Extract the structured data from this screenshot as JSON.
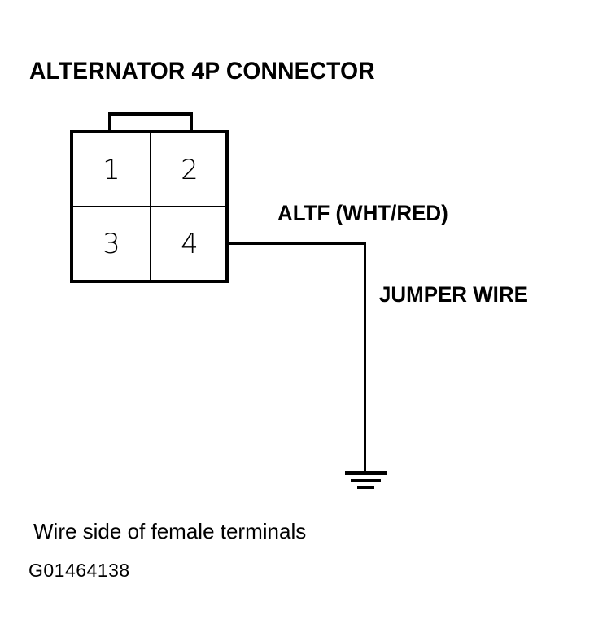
{
  "diagram": {
    "title": "ALTERNATOR 4P CONNECTOR",
    "caption": "Wire side of female terminals",
    "figure_id": "G01464138",
    "connector": {
      "pin_count": 4,
      "pins": [
        {
          "number": "1"
        },
        {
          "number": "2"
        },
        {
          "number": "3"
        },
        {
          "number": "4"
        }
      ]
    },
    "labels": {
      "wire_signal": "ALTF (WHT/RED)",
      "jumper": "JUMPER WIRE"
    },
    "colors": {
      "stroke": "#000000",
      "background": "#ffffff"
    }
  }
}
